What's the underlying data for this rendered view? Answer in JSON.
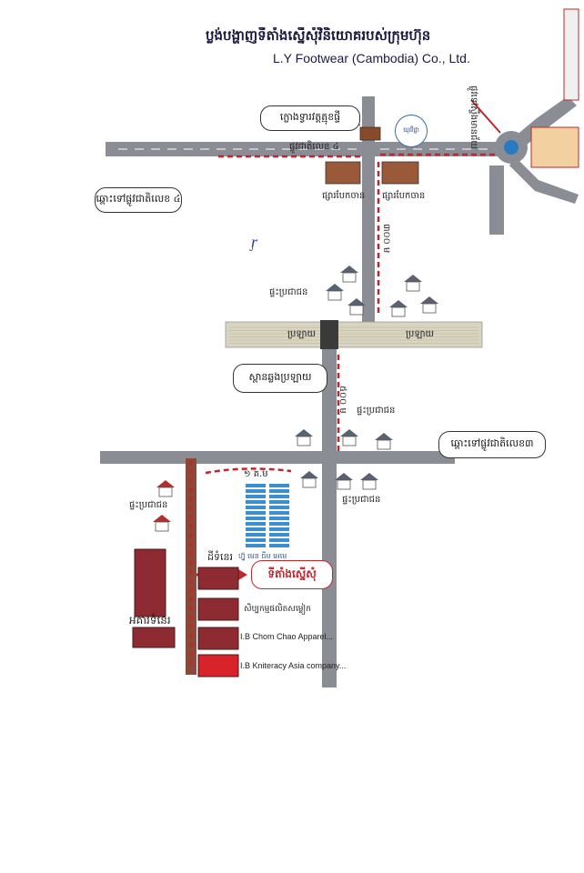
{
  "header": {
    "title_khmer": "ប្លង់បង្ហាញទីតាំងស្នើសុំវិនិយោគរបស់ក្រុមហ៊ុន",
    "title_english": "L.Y Footwear (Cambodia) Co., Ltd."
  },
  "callouts": {
    "pagoda_gate": "ក្លោងទ្វារវត្តត្មុខផ្ទី",
    "to_sangkat": "ឆ្ពោះទៅផ្លូវជាតិលេខ ៤",
    "bridge": "ស្ពានឆ្លងប្រឡាយ",
    "to_road_3": "ឆ្ពោះទៅផ្លូវជាតិលេខ៣",
    "requested_site": "ទីតាំងស្នើសុំ"
  },
  "labels": {
    "road_4": "ផ្លូវជាតិលេខ ៤",
    "roundabout_road": "ផ្លូវទៅស្ទឹងមានជ័យ",
    "market_left": "ផ្សារបែកចាន",
    "market_right": "ផ្សារបែកចាន",
    "distance_300": "៣០០ ម",
    "distance_500": "៥០០ ម",
    "distance_1km": "១ គ.ម",
    "houses_1": "ផ្ទះប្រជាជន",
    "houses_2": "ផ្ទះប្រជាជន",
    "houses_3": "ផ្ទះប្រជាជន",
    "houses_4": "ផ្ទះប្រជាជន",
    "canal_left": "ប្រឡាយ",
    "canal_right": "ប្រឡាយ",
    "factory_block": "ហ្វ៊ូ មេន ធីម អេមេ",
    "vacant_land": "ដីទំនេរ",
    "empty_building": "អគារទំនេរ",
    "company_1": "សិប្បកម្មផលិតសម្លៀក",
    "company_2": "I.B Chom Chao Apparel...",
    "company_3": "I.B Kniteracy Asia company..."
  },
  "logo": {
    "text": "យុវវិជ្ជា"
  },
  "scribble": "ᶉ",
  "colors": {
    "road": "#8a8d94",
    "road_line": "#ffffff",
    "route": "#c0272d",
    "building": "#8e2a32",
    "building_highlight": "#d8232a",
    "factory": "#3a8fd0",
    "house_roof": "#5a6170",
    "canal": "#d8d4c0"
  }
}
